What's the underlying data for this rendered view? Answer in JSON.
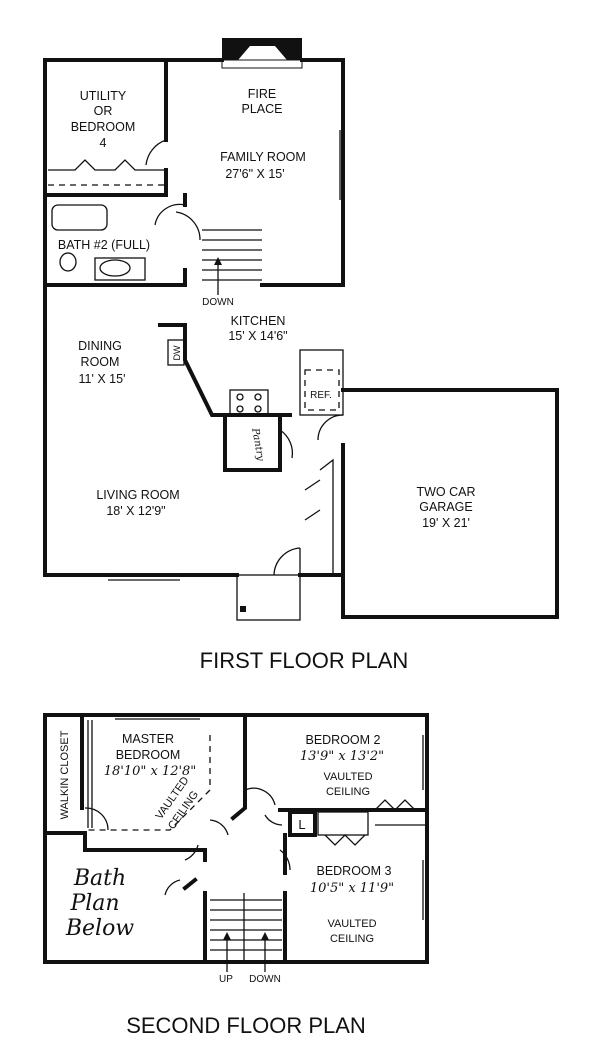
{
  "first_floor": {
    "title": "FIRST FLOOR PLAN",
    "rooms": {
      "utility": {
        "line1": "UTILITY",
        "line2": "OR",
        "line3": "BEDROOM",
        "line4": "4"
      },
      "fireplace": {
        "line1": "FIRE",
        "line2": "PLACE"
      },
      "family_room": {
        "name": "FAMILY ROOM",
        "size": "27'6\" X 15'"
      },
      "bath2": {
        "name": "BATH #2 (FULL)"
      },
      "stairs": {
        "label": "DOWN"
      },
      "kitchen": {
        "name": "KITCHEN",
        "size": "15' X 14'6\""
      },
      "dining": {
        "line1": "DINING",
        "line2": "ROOM",
        "size": "11' X 15'"
      },
      "dishwasher": {
        "label": "DW"
      },
      "refrigerator": {
        "label": "REF."
      },
      "pantry": {
        "label": "Pantry"
      },
      "living_room": {
        "name": "LIVING ROOM",
        "size": "18' X 12'9\""
      },
      "garage": {
        "line1": "TWO CAR",
        "line2": "GARAGE",
        "size": "19' X 21'"
      }
    }
  },
  "second_floor": {
    "title": "SECOND FLOOR PLAN",
    "rooms": {
      "walkin_closet": {
        "name": "WALKIN CLOSET"
      },
      "master": {
        "line1": "MASTER",
        "line2": "BEDROOM",
        "size": "18'10\" x 12'8\"",
        "ceiling1": "VAULTED",
        "ceiling2": "CEILING"
      },
      "bedroom2": {
        "name": "BEDROOM 2",
        "size": "13'9\" x 13'2\"",
        "ceiling1": "VAULTED",
        "ceiling2": "CEILING"
      },
      "linen": {
        "label": "L"
      },
      "bedroom3": {
        "name": "BEDROOM 3",
        "size": "10'5\" x 11'9\"",
        "ceiling1": "VAULTED",
        "ceiling2": "CEILING"
      },
      "bath_note": {
        "line1": "Bath",
        "line2": "Plan",
        "line3": "Below"
      },
      "stairs": {
        "up": "UP",
        "down": "DOWN"
      }
    }
  }
}
